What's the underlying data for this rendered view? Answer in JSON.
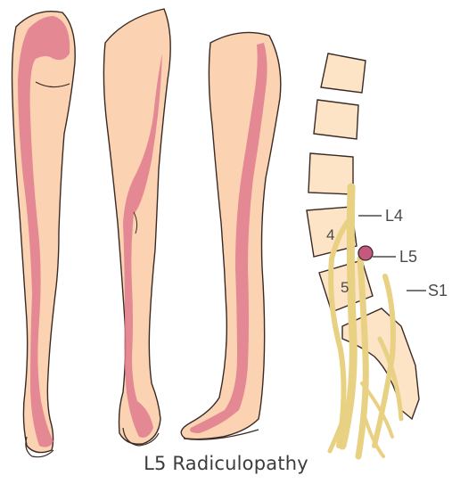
{
  "caption": "L5 Radiculopathy",
  "labels": {
    "l4_nerve": "L4",
    "l5_nerve": "L5",
    "s1_nerve": "S1",
    "vertebra_4": "4",
    "vertebra_5": "5"
  },
  "colors": {
    "skin": "#fbd2b2",
    "dermatome": "#df7b8d",
    "outline": "#3a2a24",
    "vertebra": "#fde4c6",
    "nerve": "#e9d183",
    "nerve_root_marker": "#c5587f"
  }
}
